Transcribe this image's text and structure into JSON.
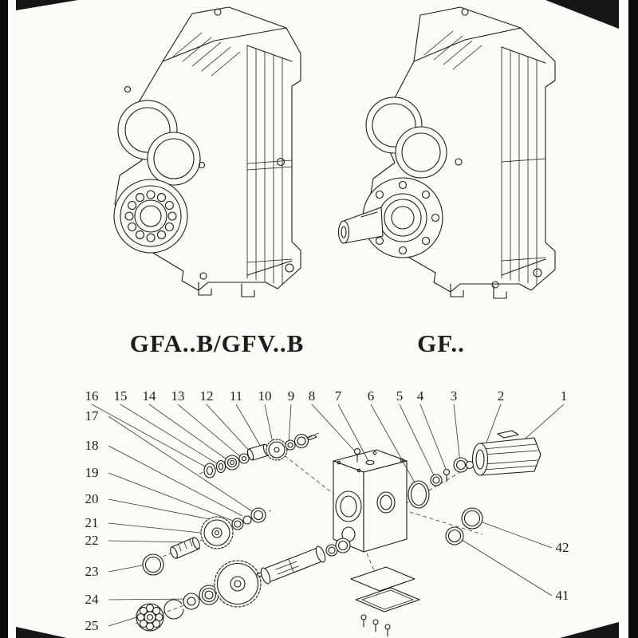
{
  "colors": {
    "paper": "#fbfbf8",
    "ink": "#1c1c1c",
    "edge": "#0b0b0b",
    "leader": "#333333"
  },
  "models": {
    "left_label": "GFA..B/GFV..B",
    "right_label": "GF.."
  },
  "exploded": {
    "top_row": [
      "16",
      "15",
      "14",
      "13",
      "12",
      "11",
      "10",
      "9",
      "8",
      "7",
      "6",
      "5",
      "4",
      "3",
      "2",
      "1"
    ],
    "left_col": [
      "17",
      "18",
      "19",
      "20",
      "21",
      "22",
      "23",
      "24",
      "25"
    ],
    "right_col": [
      "42",
      "41"
    ]
  }
}
